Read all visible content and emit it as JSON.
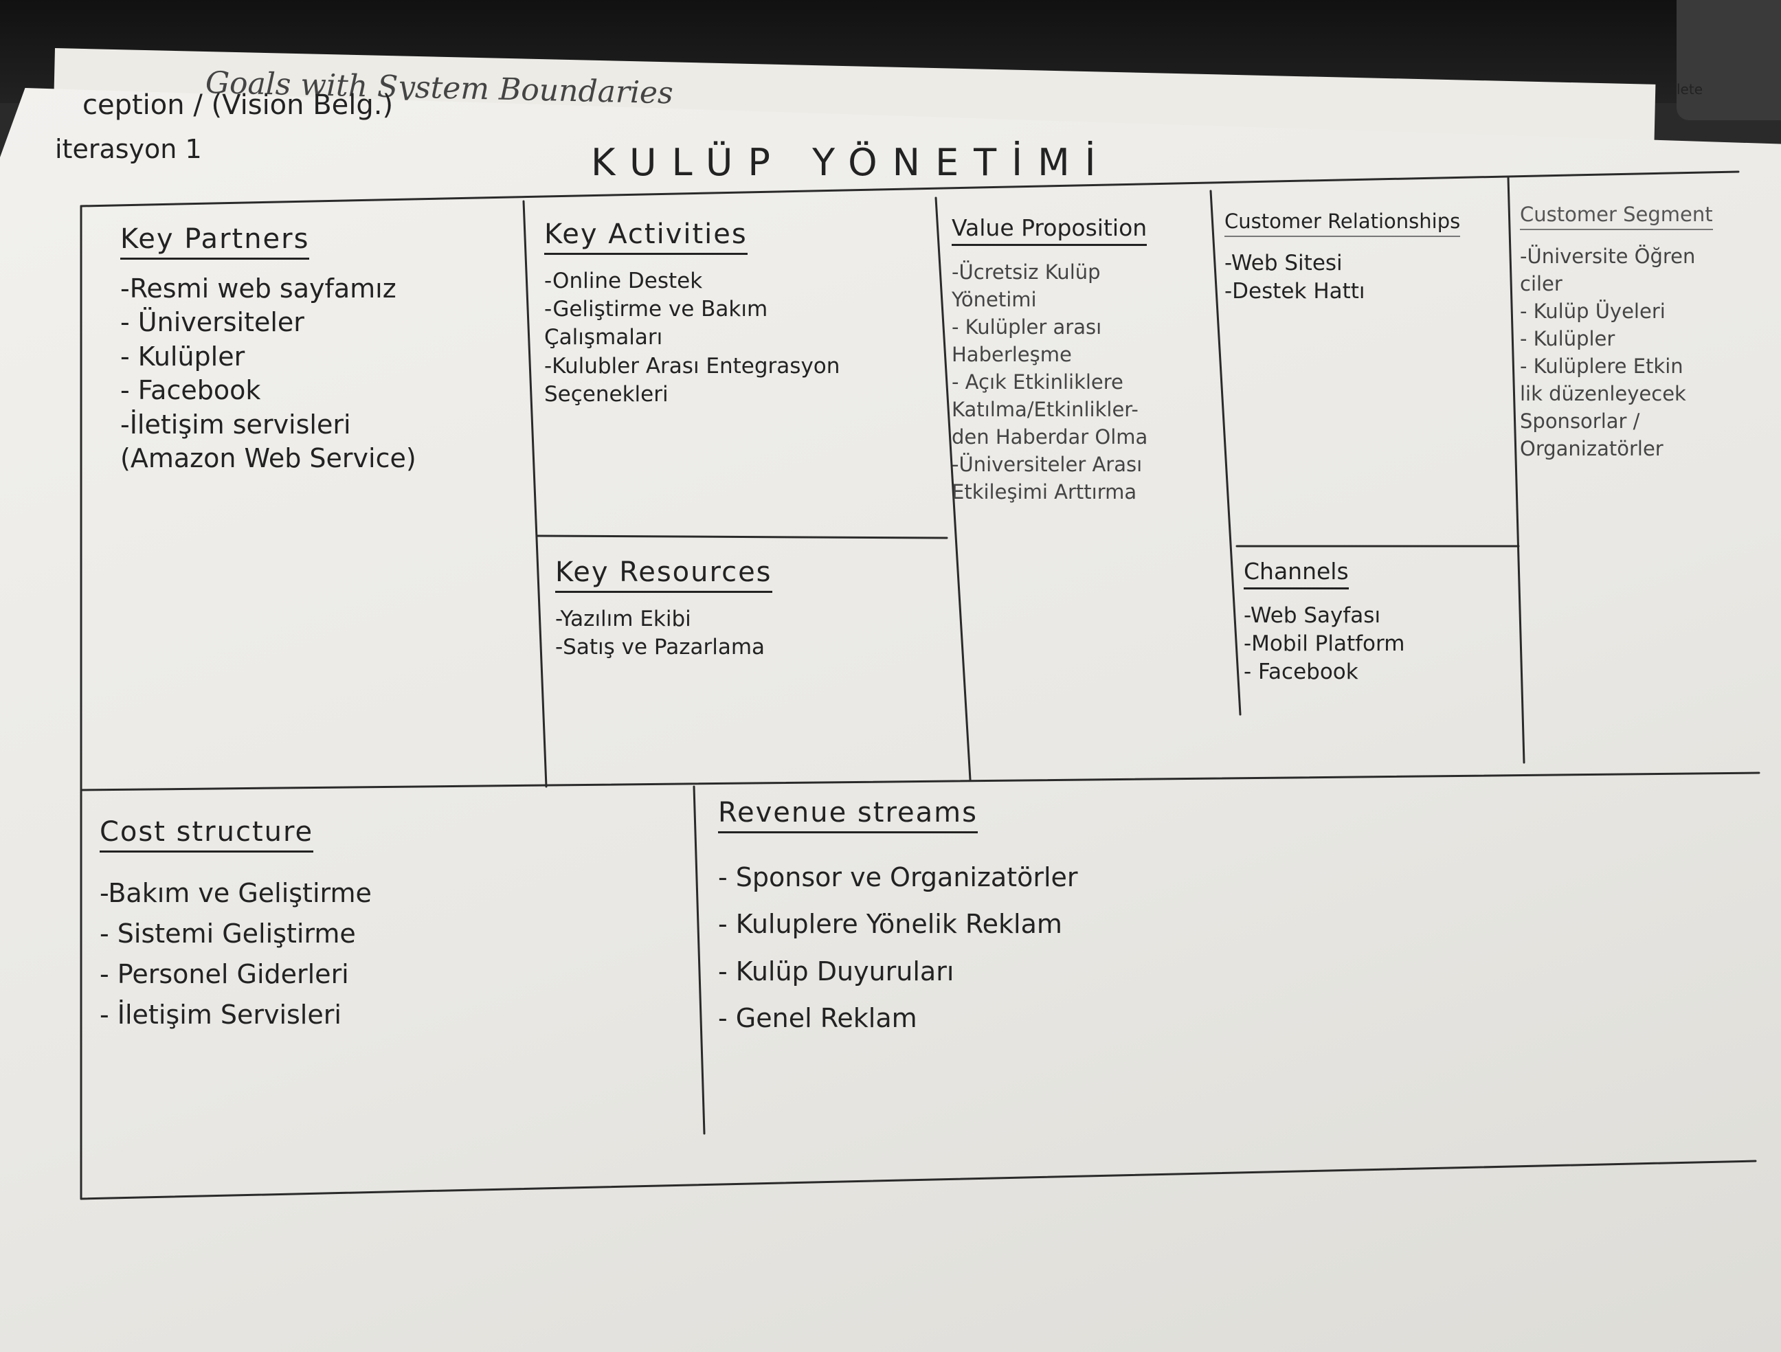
{
  "background": {
    "back_sheet_title": "Goals with System Boundaries",
    "laptop_label": "lete"
  },
  "header": {
    "line1": "ception / (Vision Belg.)",
    "line2": "iterasyon 1",
    "title": "KULÜP YÖNETİMİ"
  },
  "canvas": {
    "key_partners": {
      "title": "Key Partners",
      "items": [
        "-Resmi web sayfamız",
        "- Üniversiteler",
        "- Kulüpler",
        "- Facebook",
        "-İletişim servisleri",
        "(Amazon Web Service)"
      ]
    },
    "key_activities": {
      "title": "Key Activities",
      "items": [
        "-Online Destek",
        "-Geliştirme ve Bakım",
        "Çalışmaları",
        "-Kulubler Arası Entegrasyon",
        "Seçenekleri"
      ]
    },
    "key_resources": {
      "title": "Key Resources",
      "items": [
        "-Yazılım Ekibi",
        "-Satış ve Pazarlama"
      ]
    },
    "value_proposition": {
      "title": "Value Proposition",
      "items": [
        "-Ücretsiz Kulüp",
        "Yönetimi",
        "- Kulüpler arası",
        "Haberleşme",
        "- Açık Etkinliklere",
        "Katılma/Etkinlikler-",
        "den Haberdar Olma",
        "-Üniversiteler Arası",
        "Etkileşimi Arttırma"
      ]
    },
    "customer_relationships": {
      "title": "Customer Relationships",
      "items": [
        "-Web Sitesi",
        "-Destek Hattı"
      ]
    },
    "channels": {
      "title": "Channels",
      "items": [
        "-Web Sayfası",
        "-Mobil Platform",
        "- Facebook"
      ]
    },
    "customer_segments": {
      "title": "Customer Segment",
      "items": [
        "-Üniversite Öğren",
        "ciler",
        "- Kulüp Üyeleri",
        "- Kulüpler",
        "- Kulüplere Etkin",
        "lik düzenleyecek",
        "Sponsorlar /",
        "Organizatörler"
      ]
    },
    "cost_structure": {
      "title": "Cost structure",
      "items": [
        "-Bakım ve Geliştirme",
        "- Sistemi Geliştirme",
        "- Personel Giderleri",
        "- İletişim Servisleri"
      ]
    },
    "revenue_streams": {
      "title": "Revenue streams",
      "items": [
        "- Sponsor ve Organizatörler",
        "- Kuluplere Yönelik Reklam",
        "- Kulüp Duyuruları",
        "- Genel Reklam"
      ]
    }
  }
}
